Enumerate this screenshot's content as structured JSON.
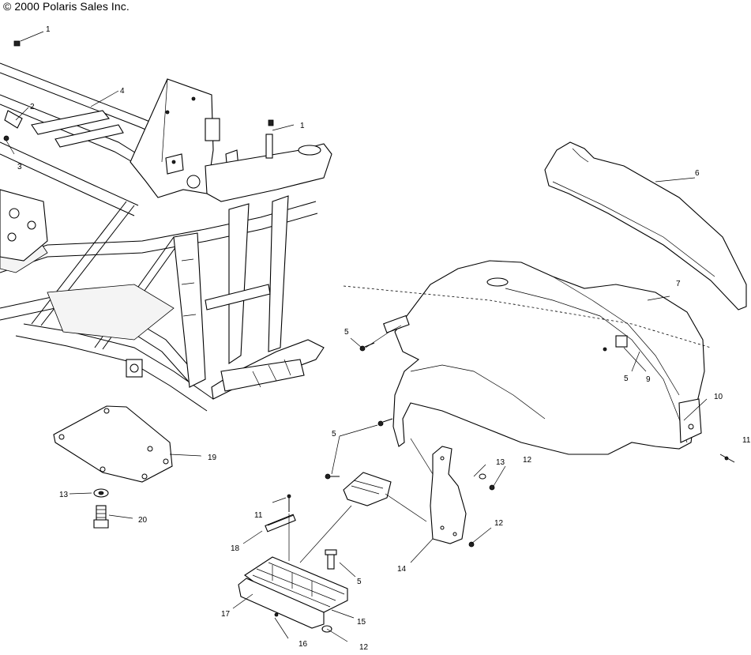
{
  "copyright": "© 2000 Polaris Sales Inc.",
  "callouts": {
    "c1a": "1",
    "c1b": "1",
    "c2": "2",
    "c3": "3",
    "c4": "4",
    "c5a": "5",
    "c5b": "5",
    "c5c": "5",
    "c5d": "5",
    "c6": "6",
    "c7": "7",
    "c9": "9",
    "c10": "10",
    "c11a": "11",
    "c11b": "11",
    "c12a": "12",
    "c12b": "12",
    "c12c": "12",
    "c13a": "13",
    "c13b": "13",
    "c14": "14",
    "c15": "15",
    "c16": "16",
    "c17": "17",
    "c18": "18",
    "c19": "19",
    "c20": "20"
  }
}
